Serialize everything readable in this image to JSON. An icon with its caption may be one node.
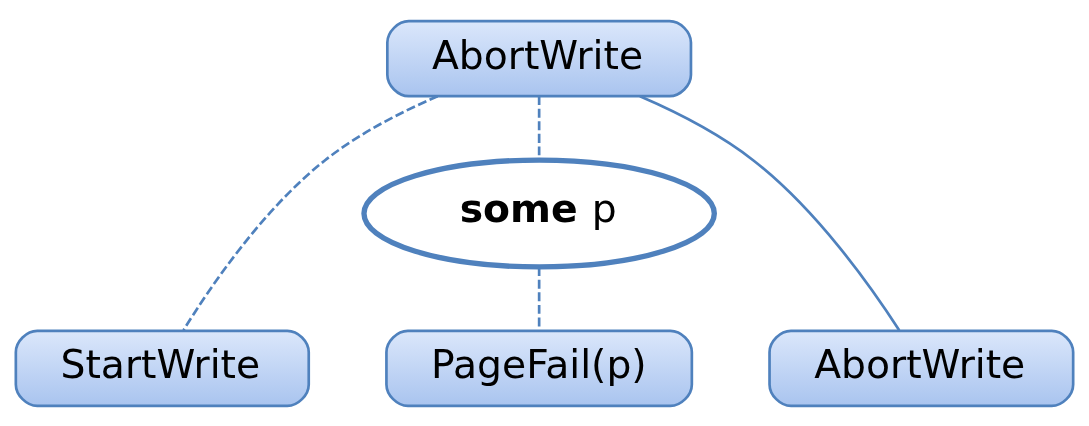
{
  "diagram": {
    "nodes": [
      {
        "text": [
          "AbortWrite"
        ]
      },
      {
        "text": [
          "StartWrite"
        ]
      },
      {
        "text": [
          "PageFail(p)"
        ]
      },
      {
        "text": [
          "AbortWrite"
        ]
      },
      {
        "text": [
          "**some** p"
        ]
      }
    ],
    "edges": [
      {
        "from": 0,
        "to": 1,
        "arrow": "none",
        "style": "dashed"
      },
      {
        "from": 0,
        "to": 4,
        "arrow": "none",
        "style": "dashed"
      },
      {
        "from": 4,
        "to": 2,
        "arrow": "none",
        "style": "dashed"
      },
      {
        "from": 0,
        "to": 3,
        "arrow": "none"
      }
    ]
  }
}
